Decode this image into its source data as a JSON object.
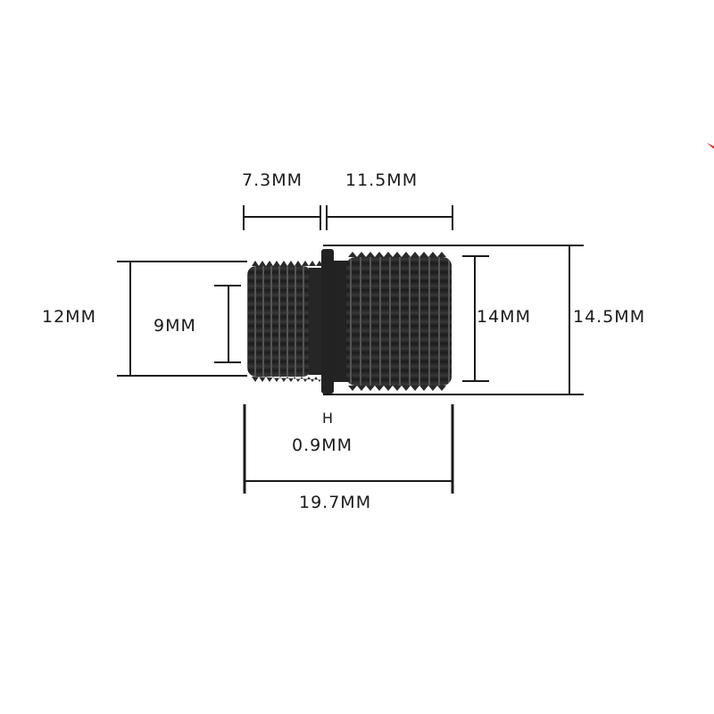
{
  "diagram": {
    "subject": "threaded adapter",
    "labels": {
      "short_thread_length": "7.3MM",
      "long_thread_length": "11.5MM",
      "short_outer_diameter": "12MM",
      "short_inner_diameter": "9MM",
      "long_inner_diameter": "14MM",
      "long_outer_diameter": "14.5MM",
      "pitch_label": "H",
      "pitch_value": "0.9MM",
      "total_length": "19.7MM"
    },
    "colors": {
      "line": "#1a1a1a",
      "part": "#2a2a2a",
      "background": "#ffffff",
      "accent_mark": "#d8232a"
    }
  }
}
